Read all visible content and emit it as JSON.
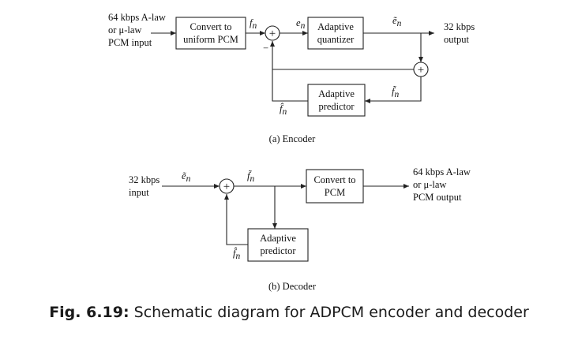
{
  "encoder": {
    "input_line1": "64 kbps A-law",
    "input_line2": "or μ-law",
    "input_line3": "PCM input",
    "convert_line1": "Convert to",
    "convert_line2": "uniform PCM",
    "fn": "f",
    "fn_sub": "n",
    "en": "e",
    "en_sub": "n",
    "quant_line1": "Adaptive",
    "quant_line2": "quantizer",
    "en_tilde": "ẽ",
    "en_tilde_sub": "n",
    "output_line1": "32 kbps",
    "output_line2": "output",
    "minus": "−",
    "fn_tilde": "f̃",
    "fn_tilde_sub": "n",
    "pred_line1": "Adaptive",
    "pred_line2": "predictor",
    "fn_hat": "f̂",
    "fn_hat_sub": "n",
    "plus": "+",
    "caption": "(a) Encoder"
  },
  "decoder": {
    "input_line1": "32 kbps",
    "input_line2": "input",
    "en_tilde": "ẽ",
    "en_tilde_sub": "n",
    "fn_tilde": "f̃",
    "fn_tilde_sub": "n",
    "convert_line1": "Convert to",
    "convert_line2": "PCM",
    "output_line1": "64 kbps A-law",
    "output_line2": "or μ-law",
    "output_line3": "PCM output",
    "pred_line1": "Adaptive",
    "pred_line2": "predictor",
    "fn_hat": "f̂",
    "fn_hat_sub": "n",
    "plus": "+",
    "caption": "(b) Decoder"
  },
  "figure_caption": {
    "label": "Fig. 6.19:",
    "text": " Schematic diagram for ADPCM encoder and decoder"
  }
}
